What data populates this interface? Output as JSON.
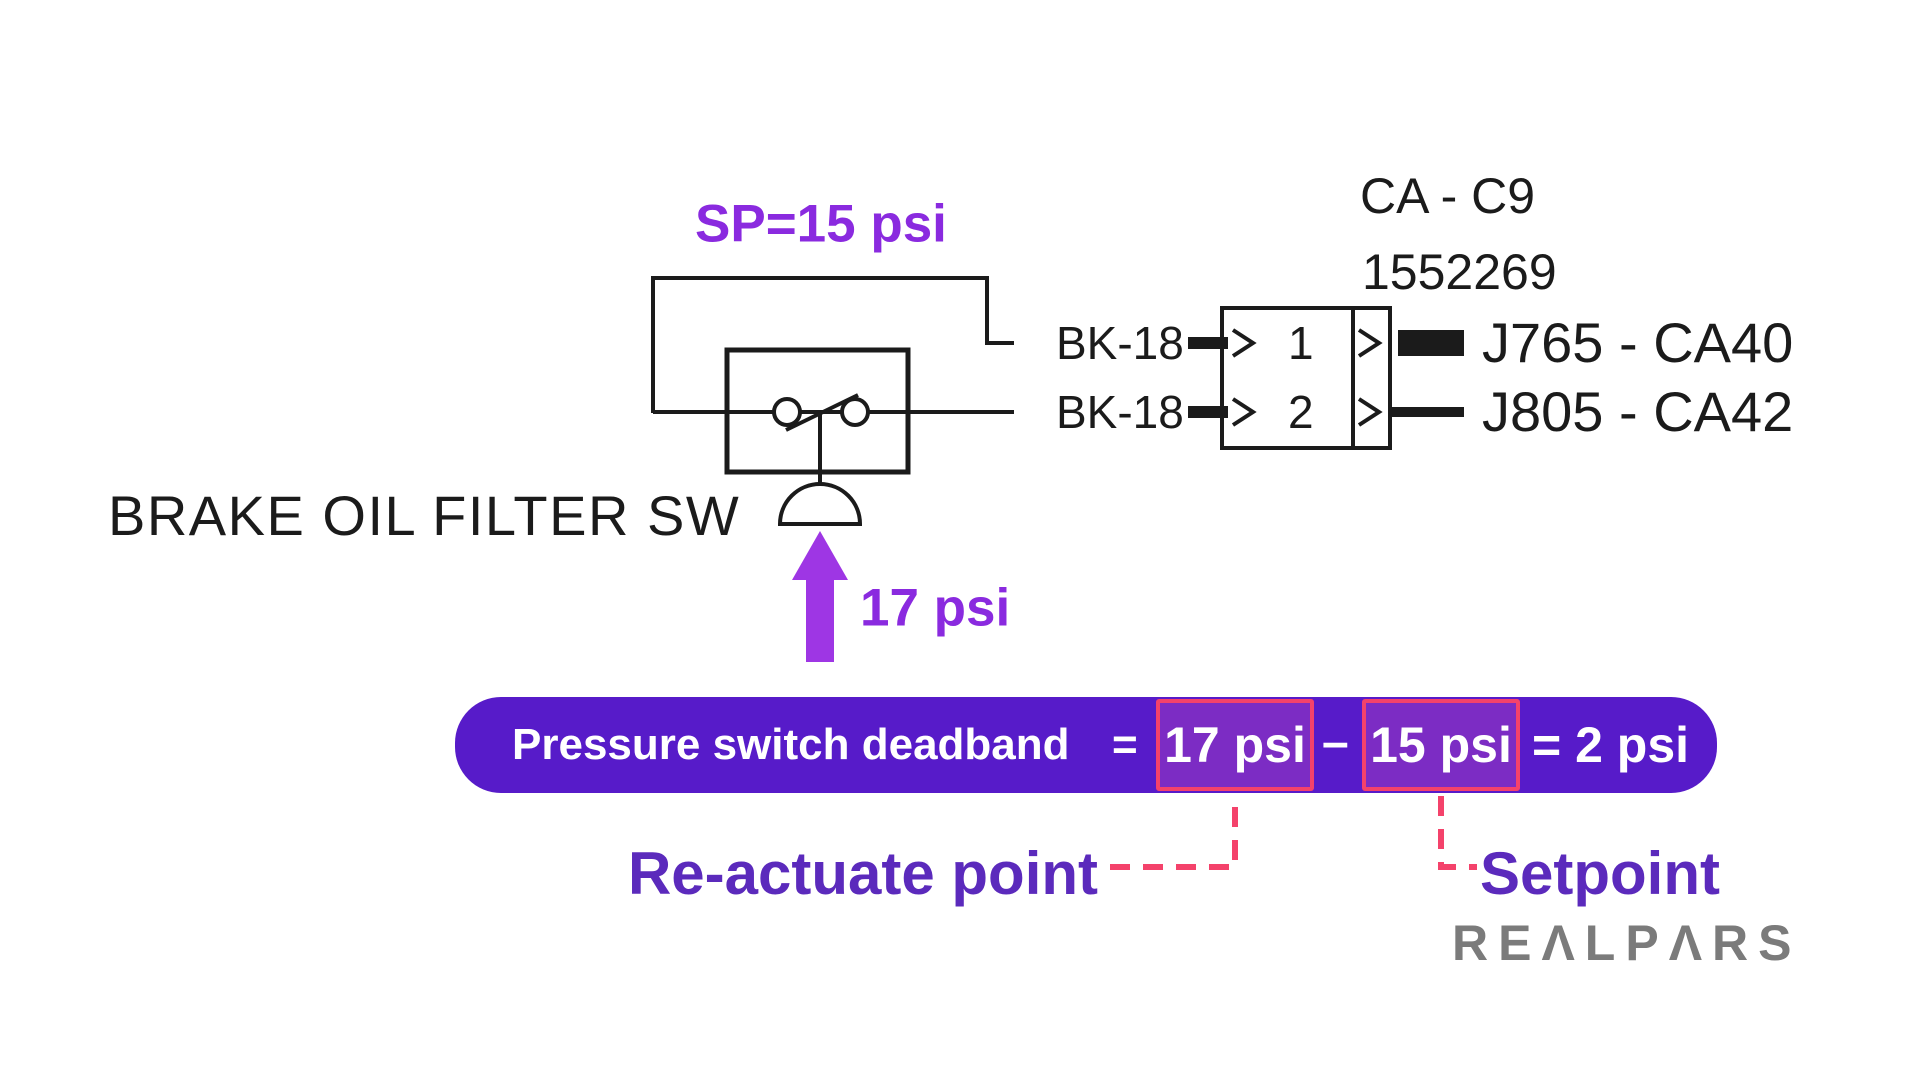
{
  "title": "Pressure switch deadband diagram",
  "colors": {
    "line": "#1b1b1b",
    "violet-text": "#8A2ADF",
    "arrow": "#9E36E4",
    "banner-bg": "#571BC9",
    "value-box-bg": "#7C2CC4",
    "pink": "#F4426B",
    "deep-purple-text": "#5B2ABC",
    "watermark-gray": "#7b7b7b",
    "banner-text": "#FFFFFF"
  },
  "diagram": {
    "setpoint_label": "SP=15 psi",
    "switch_name": "BRAKE OIL FILTER SW",
    "applied_pressure": "17 psi",
    "connector": {
      "title": "CA - C9",
      "part_number": "1552269",
      "pins": [
        {
          "wire_label": "BK-18",
          "pin": "1",
          "harness_label": "J765 - CA40"
        },
        {
          "wire_label": "BK-18",
          "pin": "2",
          "harness_label": "J805 - CA42"
        }
      ]
    }
  },
  "equation": {
    "label": "Pressure switch deadband",
    "equals": "=",
    "reactuate_value": "17 psi",
    "minus": "–",
    "setpoint_value": "15 psi",
    "result": "= 2 psi"
  },
  "annotations": {
    "reactuate_point": "Re-actuate point",
    "setpoint": "Setpoint"
  },
  "watermark": {
    "text": "REALPARS",
    "display": "REΛLPΛRS"
  }
}
